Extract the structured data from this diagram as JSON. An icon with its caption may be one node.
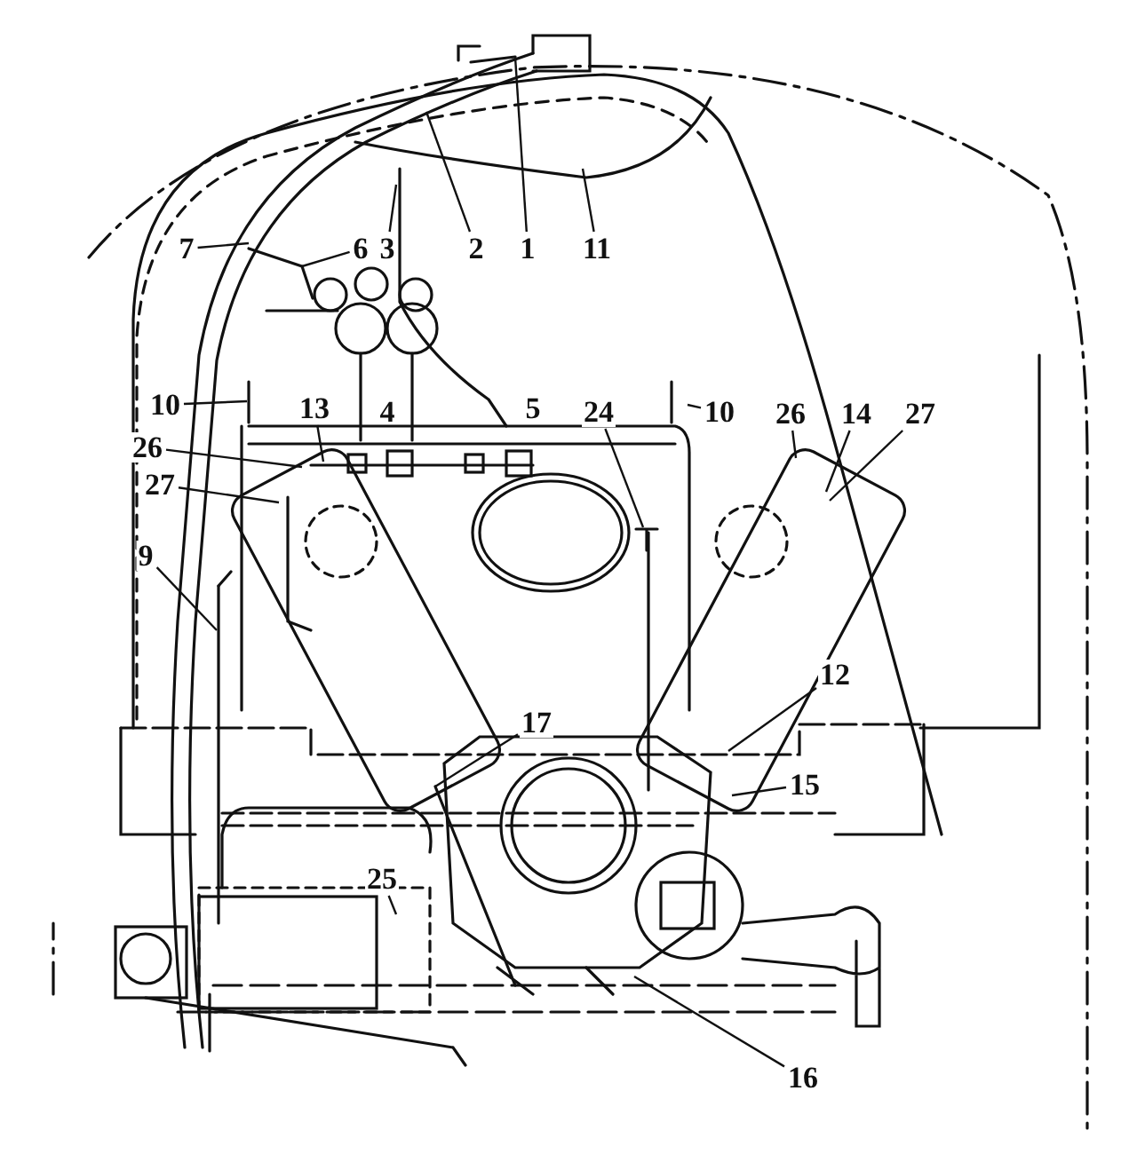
{
  "diagram": {
    "nodes": [
      {
        "text": [
          "7"
        ]
      },
      {
        "text": [
          "6"
        ]
      },
      {
        "text": [
          "3"
        ]
      },
      {
        "text": [
          "2"
        ]
      },
      {
        "text": [
          "1"
        ]
      },
      {
        "text": [
          "11"
        ]
      },
      {
        "text": [
          "10"
        ]
      },
      {
        "text": [
          "13"
        ]
      },
      {
        "text": [
          "24"
        ]
      },
      {
        "text": [
          "10"
        ]
      },
      {
        "text": [
          "26"
        ]
      },
      {
        "text": [
          "14"
        ]
      },
      {
        "text": [
          "27"
        ]
      },
      {
        "text": [
          "26"
        ]
      },
      {
        "text": [
          "27"
        ]
      },
      {
        "text": [
          "9"
        ]
      },
      {
        "text": [
          "12"
        ]
      },
      {
        "text": [
          "17"
        ]
      },
      {
        "text": [
          "15"
        ]
      },
      {
        "text": [
          "25"
        ]
      },
      {
        "text": [
          "16"
        ]
      }
    ],
    "edges": [
      {
        "from": 0,
        "to": null,
        "arrow": "none"
      },
      {
        "from": 1,
        "to": null,
        "arrow": "none"
      },
      {
        "from": 2,
        "to": null,
        "arrow": "none"
      },
      {
        "from": 3,
        "to": null,
        "arrow": "none"
      },
      {
        "from": 4,
        "to": null,
        "arrow": "none"
      },
      {
        "from": 5,
        "to": null,
        "arrow": "none"
      },
      {
        "from": 6,
        "to": null,
        "arrow": "none"
      },
      {
        "from": 7,
        "to": null,
        "arrow": "none"
      },
      {
        "from": 8,
        "to": null,
        "arrow": "none"
      },
      {
        "from": 9,
        "to": null,
        "arrow": "none"
      },
      {
        "from": 10,
        "to": null,
        "arrow": "none"
      },
      {
        "from": 11,
        "to": null,
        "arrow": "none"
      },
      {
        "from": 12,
        "to": null,
        "arrow": "none"
      },
      {
        "from": 13,
        "to": null,
        "arrow": "none"
      },
      {
        "from": 14,
        "to": null,
        "arrow": "none"
      },
      {
        "from": 15,
        "to": null,
        "arrow": "none"
      },
      {
        "from": 16,
        "to": null,
        "arrow": "none"
      },
      {
        "from": 17,
        "to": null,
        "arrow": "none"
      },
      {
        "from": 18,
        "to": null,
        "arrow": "none"
      },
      {
        "from": 19,
        "to": null,
        "arrow": "none"
      },
      {
        "from": 20,
        "to": null,
        "arrow": "none"
      }
    ],
    "labels": [
      "4",
      "5"
    ]
  }
}
